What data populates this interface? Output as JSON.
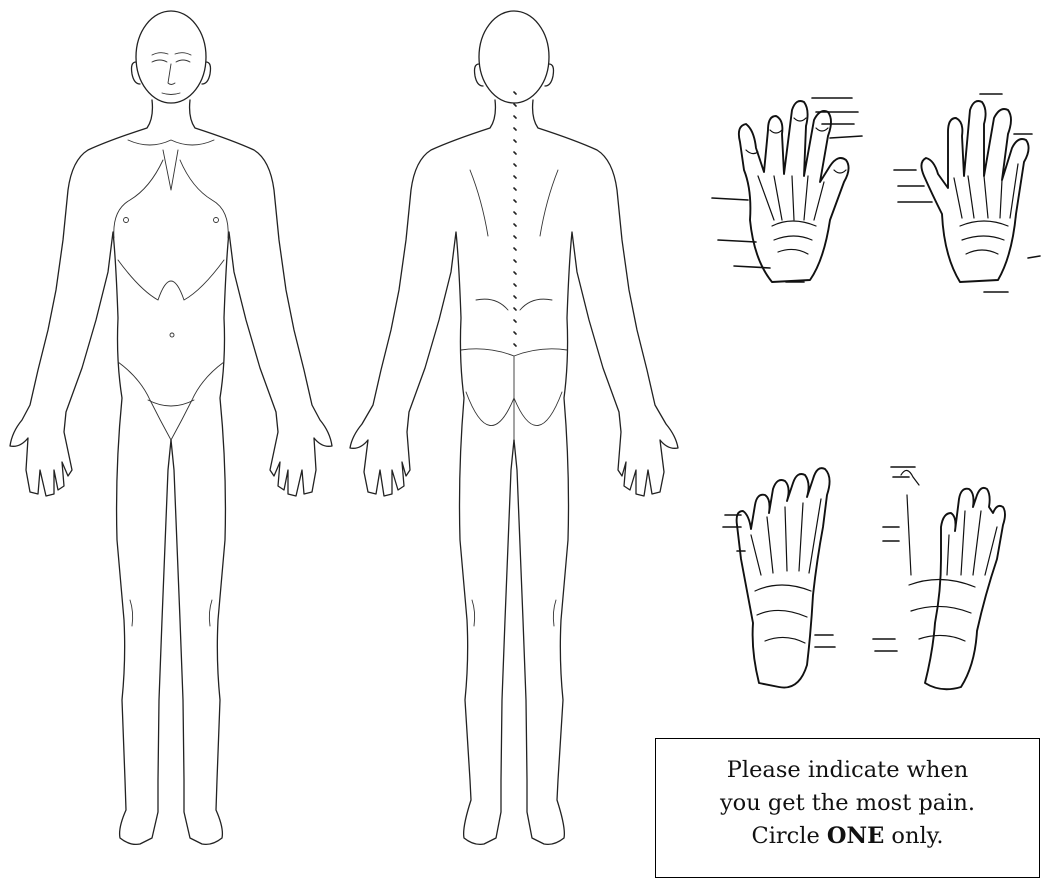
{
  "instruction": {
    "line1": "Please indicate when",
    "line2": "you get the most pain.",
    "line3_prefix": "Circle ",
    "line3_emphasis": "ONE",
    "line3_suffix": " only."
  },
  "figures": [
    {
      "name": "body-front-view",
      "icon": "human-body-front-outline"
    },
    {
      "name": "body-back-view",
      "icon": "human-body-back-outline"
    },
    {
      "name": "hand-skeleton-diagrams",
      "icon": "hand-bones"
    },
    {
      "name": "foot-skeleton-diagrams",
      "icon": "foot-bones"
    }
  ]
}
